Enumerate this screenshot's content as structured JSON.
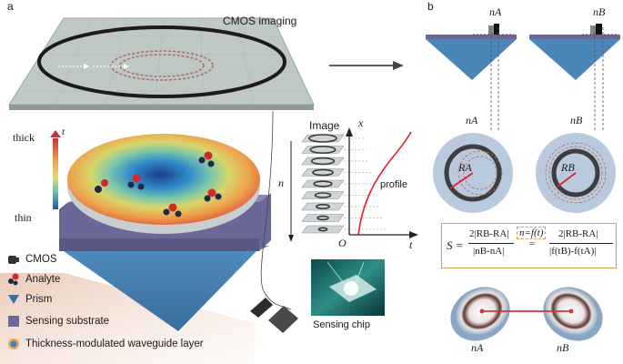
{
  "panels": {
    "a": "a",
    "b": "b"
  },
  "texts": {
    "cmos_imaging": "CMOS imaging",
    "image": "Image",
    "profile": "profile",
    "axis_x": "x",
    "axis_t": "t",
    "origin": "O",
    "n": "n",
    "sensing_chip": "Sensing chip",
    "thick": "thick",
    "thin": "thin",
    "t_scale": "t"
  },
  "legend": [
    {
      "label": "CMOS"
    },
    {
      "label": "Analyte"
    },
    {
      "label": "Prism"
    },
    {
      "label": "Sensing substrate"
    },
    {
      "label": "Thickness-modulated waveguide layer"
    }
  ],
  "panel_b": {
    "nA": "nA",
    "nB": "nB",
    "RA": "RA",
    "RB": "RB",
    "formula": {
      "S": "S =",
      "num1": "2|RB-RA|",
      "den1": "|nB-nA|",
      "cond": "n=f(t)",
      "eq": "=",
      "num2": "2|RB-RA|",
      "den2": "|f(tB)-f(tA)|"
    }
  },
  "colors": {
    "prism": "#4a86b8",
    "substrate": "#6a6899",
    "glass": "#bfc9c4",
    "formula_border": "#d4a14a",
    "profile": "#e0202a"
  }
}
